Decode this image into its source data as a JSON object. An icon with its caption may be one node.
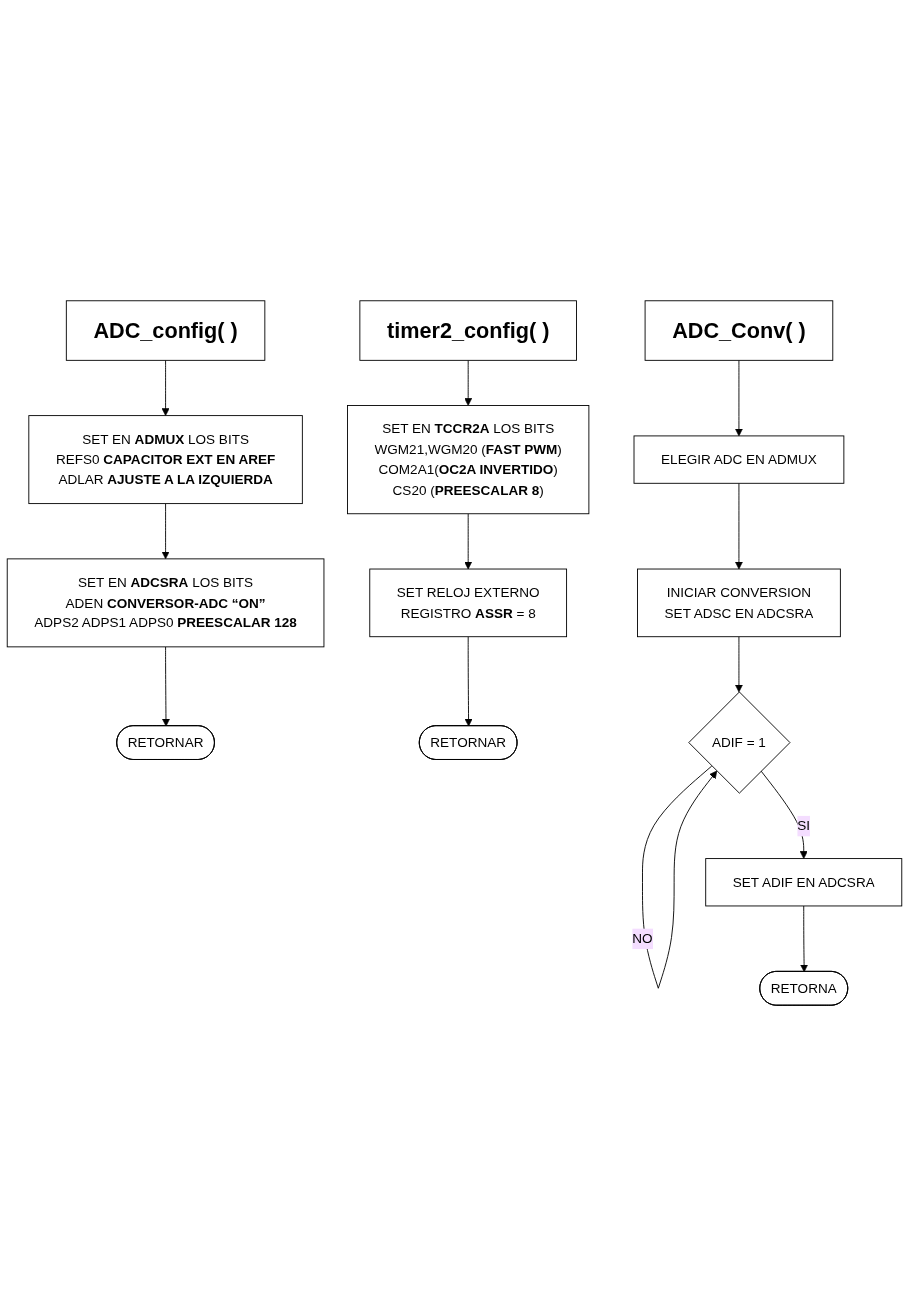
{
  "diagram": {
    "nodes": [
      {
        "text": [
          "ADC_config( )"
        ]
      },
      {
        "text": [
          "SET EN **ADMUX** LOS BITS",
          "REFS0 **CAPACITOR EXT EN AREF**",
          "ADLAR **AJUSTE A LA IZQUIERDA**"
        ]
      },
      {
        "text": [
          "SET EN **ADCSRA** LOS BITS",
          "ADEN **CONVERSOR-ADC “ON”**",
          "ADPS2 ADPS1 ADPS0 **PREESCALAR 128**"
        ]
      },
      {
        "text": [
          "RETORNAR"
        ]
      },
      {
        "text": [
          "timer2_config( )"
        ]
      },
      {
        "text": [
          "SET EN **TCCR2A** LOS BITS",
          "WGM21,WGM20 (**FAST PWM**)",
          "COM2A1(**OC2A INVERTIDO**)",
          "CS20 (**PREESCALAR 8**)"
        ]
      },
      {
        "text": [
          "SET RELOJ EXTERNO",
          "REGISTRO **ASSR** = 8"
        ]
      },
      {
        "text": [
          "RETORNAR"
        ]
      },
      {
        "text": [
          "ADC_Conv( )"
        ]
      },
      {
        "text": [
          "ELEGIR ADC EN ADMUX"
        ]
      },
      {
        "text": [
          "INICIAR CONVERSION",
          "SET ADSC EN ADCSRA"
        ]
      },
      {
        "text": [
          "ADIF = 1"
        ]
      },
      {
        "text": [
          "SET ADIF EN ADCSRA"
        ]
      },
      {
        "text": [
          "RETORNA"
        ]
      }
    ],
    "edges": [
      {
        "from": 0,
        "to": 1,
        "arrow": "to"
      },
      {
        "from": 1,
        "to": 2,
        "arrow": "to"
      },
      {
        "from": 2,
        "to": 3,
        "arrow": "to"
      },
      {
        "from": 4,
        "to": 5,
        "arrow": "to"
      },
      {
        "from": 5,
        "to": 6,
        "arrow": "to"
      },
      {
        "from": 6,
        "to": 7,
        "arrow": "to"
      },
      {
        "from": 8,
        "to": 9,
        "arrow": "to"
      },
      {
        "from": 9,
        "to": 10,
        "arrow": "to"
      },
      {
        "from": 10,
        "to": 11,
        "arrow": "to"
      },
      {
        "from": 11,
        "to": 11,
        "label": "NO",
        "arrow": "to"
      },
      {
        "from": 11,
        "to": 12,
        "label": "SI",
        "arrow": "to"
      },
      {
        "from": 12,
        "to": 13,
        "arrow": "to"
      }
    ]
  }
}
